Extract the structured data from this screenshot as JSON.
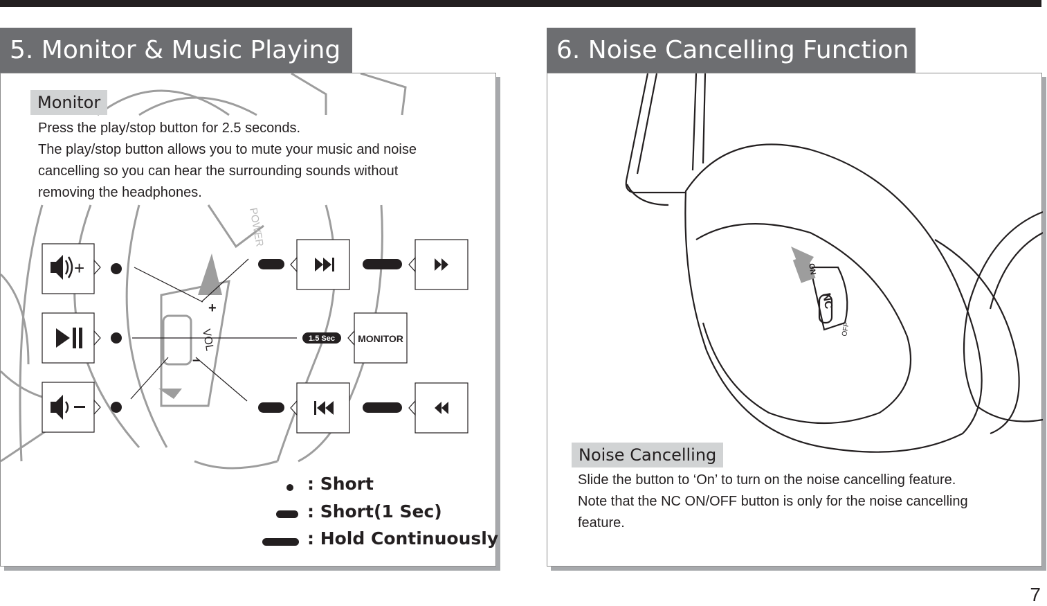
{
  "left": {
    "title": "5. Monitor & Music Playing",
    "label": "Monitor",
    "lines": [
      "Press the play/stop button for 2.5 seconds.",
      "The play/stop button allows you to mute your music and noise",
      "cancelling so you can hear the surrounding sounds without",
      "removing the headphones."
    ],
    "badge": "1.5 Sec",
    "monitor_box": "MONITOR",
    "headphone_labels": {
      "power": "POWER",
      "vol": "VOL"
    },
    "legend": [
      ": Short",
      ": Short(1 Sec)",
      ": Hold Continuously"
    ]
  },
  "right": {
    "title": "6. Noise Cancelling Function",
    "label": "Noise Cancelling",
    "lines": [
      "Slide the button to ‘On’ to turn on the noise cancelling feature.",
      "Note that the NC ON/OFF button is only for the noise cancelling",
      "feature."
    ],
    "switch_labels": {
      "on": "ON",
      "nc": "NC",
      "off": "OFF"
    }
  },
  "page_number": "7"
}
